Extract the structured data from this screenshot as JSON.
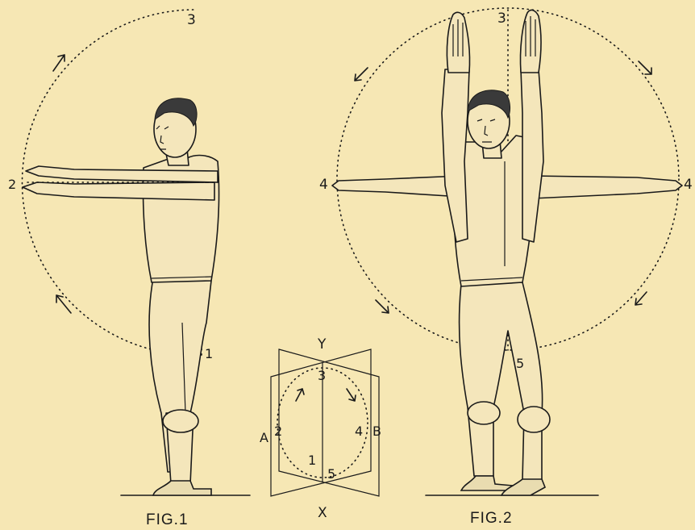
{
  "figure1": {
    "caption": "FIG.1",
    "circle_labels": {
      "top": "3",
      "left": "2",
      "bottom": "1"
    }
  },
  "figure2": {
    "caption": "FIG.2",
    "circle_labels": {
      "top": "3",
      "left": "4",
      "right": "4",
      "bottom": "5"
    }
  },
  "planes_diagram": {
    "top_axis": "Y",
    "bottom_axis": "X",
    "left_plane": "A",
    "right_plane": "B",
    "points": {
      "p1": "1",
      "p2": "2",
      "p3": "3",
      "p4": "4",
      "p5": "5"
    }
  }
}
